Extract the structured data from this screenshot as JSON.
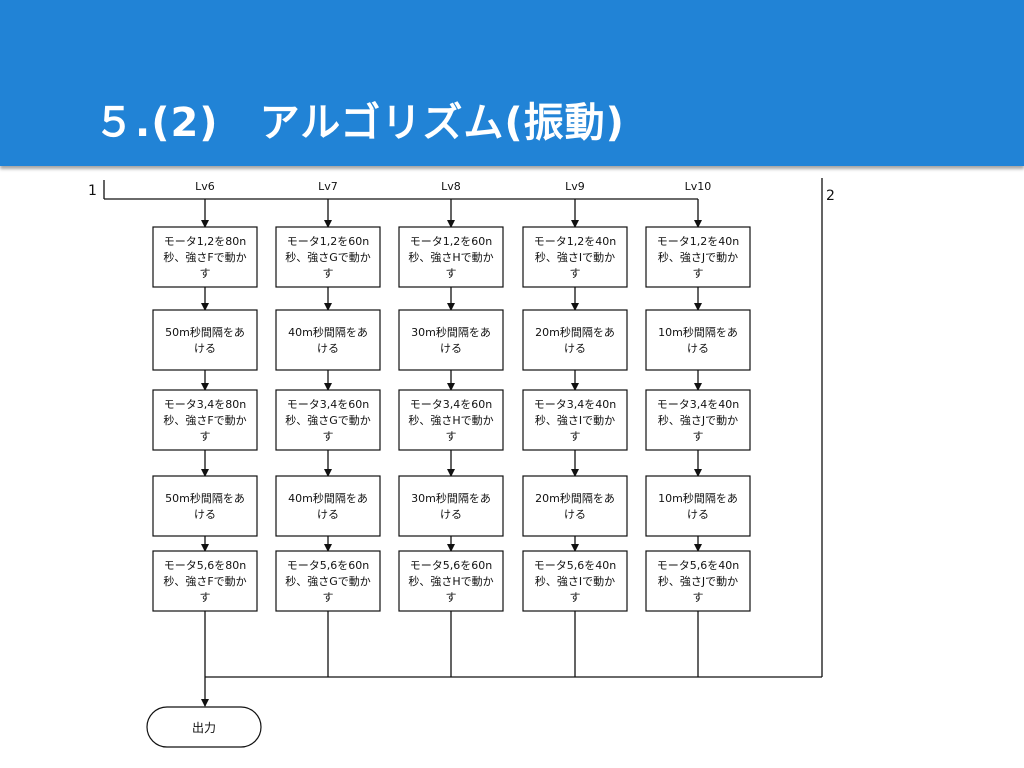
{
  "slide": {
    "title": "５.(2)　アルゴリズム(振動)",
    "accent_color": "#2183d6"
  },
  "diagram": {
    "start_label": "1",
    "end_label": "2",
    "output_label": "出力",
    "columns": [
      {
        "level": "Lv6",
        "steps": [
          [
            "モータ1,2を80n",
            "秒、強さFで動か",
            "す"
          ],
          [
            "50m秒間隔をあ",
            "ける"
          ],
          [
            "モータ3,4を80n",
            "秒、強さFで動か",
            "す"
          ],
          [
            "50m秒間隔をあ",
            "ける"
          ],
          [
            "モータ5,6を80n",
            "秒、強さFで動か",
            "す"
          ]
        ]
      },
      {
        "level": "Lv7",
        "steps": [
          [
            "モータ1,2を60n",
            "秒、強さGで動か",
            "す"
          ],
          [
            "40m秒間隔をあ",
            "ける"
          ],
          [
            "モータ3,4を60n",
            "秒、強さGで動か",
            "す"
          ],
          [
            "40m秒間隔をあ",
            "ける"
          ],
          [
            "モータ5,6を60n",
            "秒、強さGで動か",
            "す"
          ]
        ]
      },
      {
        "level": "Lv8",
        "steps": [
          [
            "モータ1,2を60n",
            "秒、強さHで動か",
            "す"
          ],
          [
            "30m秒間隔をあ",
            "ける"
          ],
          [
            "モータ3,4を60n",
            "秒、強さHで動か",
            "す"
          ],
          [
            "30m秒間隔をあ",
            "ける"
          ],
          [
            "モータ5,6を60n",
            "秒、強さHで動か",
            "す"
          ]
        ]
      },
      {
        "level": "Lv9",
        "steps": [
          [
            "モータ1,2を40n",
            "秒、強さIで動か",
            "す"
          ],
          [
            "20m秒間隔をあ",
            "ける"
          ],
          [
            "モータ3,4を40n",
            "秒、強さIで動か",
            "す"
          ],
          [
            "20m秒間隔をあ",
            "ける"
          ],
          [
            "モータ5,6を40n",
            "秒、強さIで動か",
            "す"
          ]
        ]
      },
      {
        "level": "Lv10",
        "steps": [
          [
            "モータ1,2を40n",
            "秒、強さJで動か",
            "す"
          ],
          [
            "10m秒間隔をあ",
            "ける"
          ],
          [
            "モータ3,4を40n",
            "秒、強さJで動か",
            "す"
          ],
          [
            "10m秒間隔をあ",
            "ける"
          ],
          [
            "モータ5,6を40n",
            "秒、強さJで動か",
            "す"
          ]
        ]
      }
    ]
  }
}
